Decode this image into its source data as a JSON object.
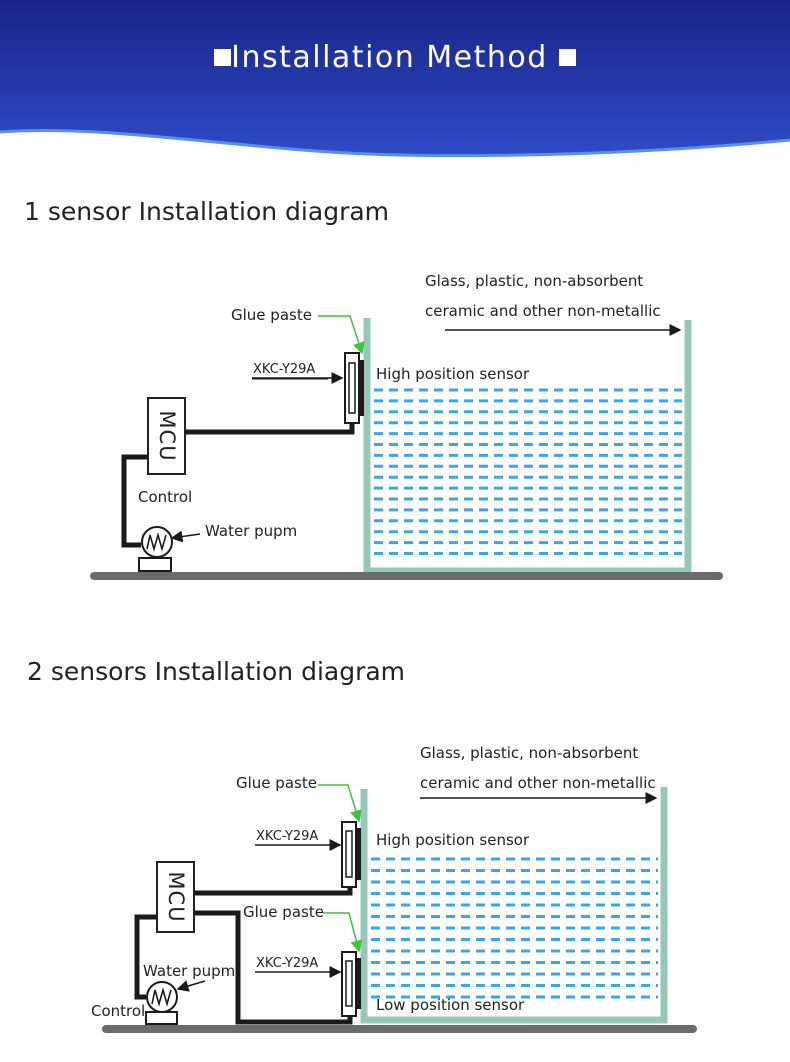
{
  "banner": {
    "title": "Installation Method",
    "colors": {
      "top": "#1c2990",
      "bottom": "#2f49c8",
      "edge": "#5b8fe0"
    }
  },
  "diagram1": {
    "title": "1 sensor Installation diagram",
    "container_note_line1": "Glass, plastic, non-absorbent",
    "container_note_line2": "ceramic and other non-metallic",
    "glue_label": "Glue paste",
    "sensor_model": "XKC-Y29A",
    "sensor_position": "High position sensor",
    "controller": "MCU",
    "control_label": "Control",
    "pump_label": "Water pupm"
  },
  "diagram2": {
    "title": "2 sensors Installation diagram",
    "container_note_line1": "Glass, plastic, non-absorbent",
    "container_note_line2": "ceramic and other non-metallic",
    "glue_label_top": "Glue paste",
    "glue_label_bottom": "Glue paste",
    "sensor_model_top": "XKC-Y29A",
    "sensor_model_bottom": "XKC-Y29A",
    "sensor_position_top": "High position sensor",
    "sensor_position_bottom": "Low position sensor",
    "controller": "MCU",
    "control_label": "Control",
    "pump_label": "Water pupm"
  },
  "colors": {
    "tank_wall": "#97c7b6",
    "water_dash": "#3aa6e4",
    "ground": "#6b6b6b",
    "glue_arrow": "#3ec43e",
    "wire": "#1a1a1a"
  }
}
